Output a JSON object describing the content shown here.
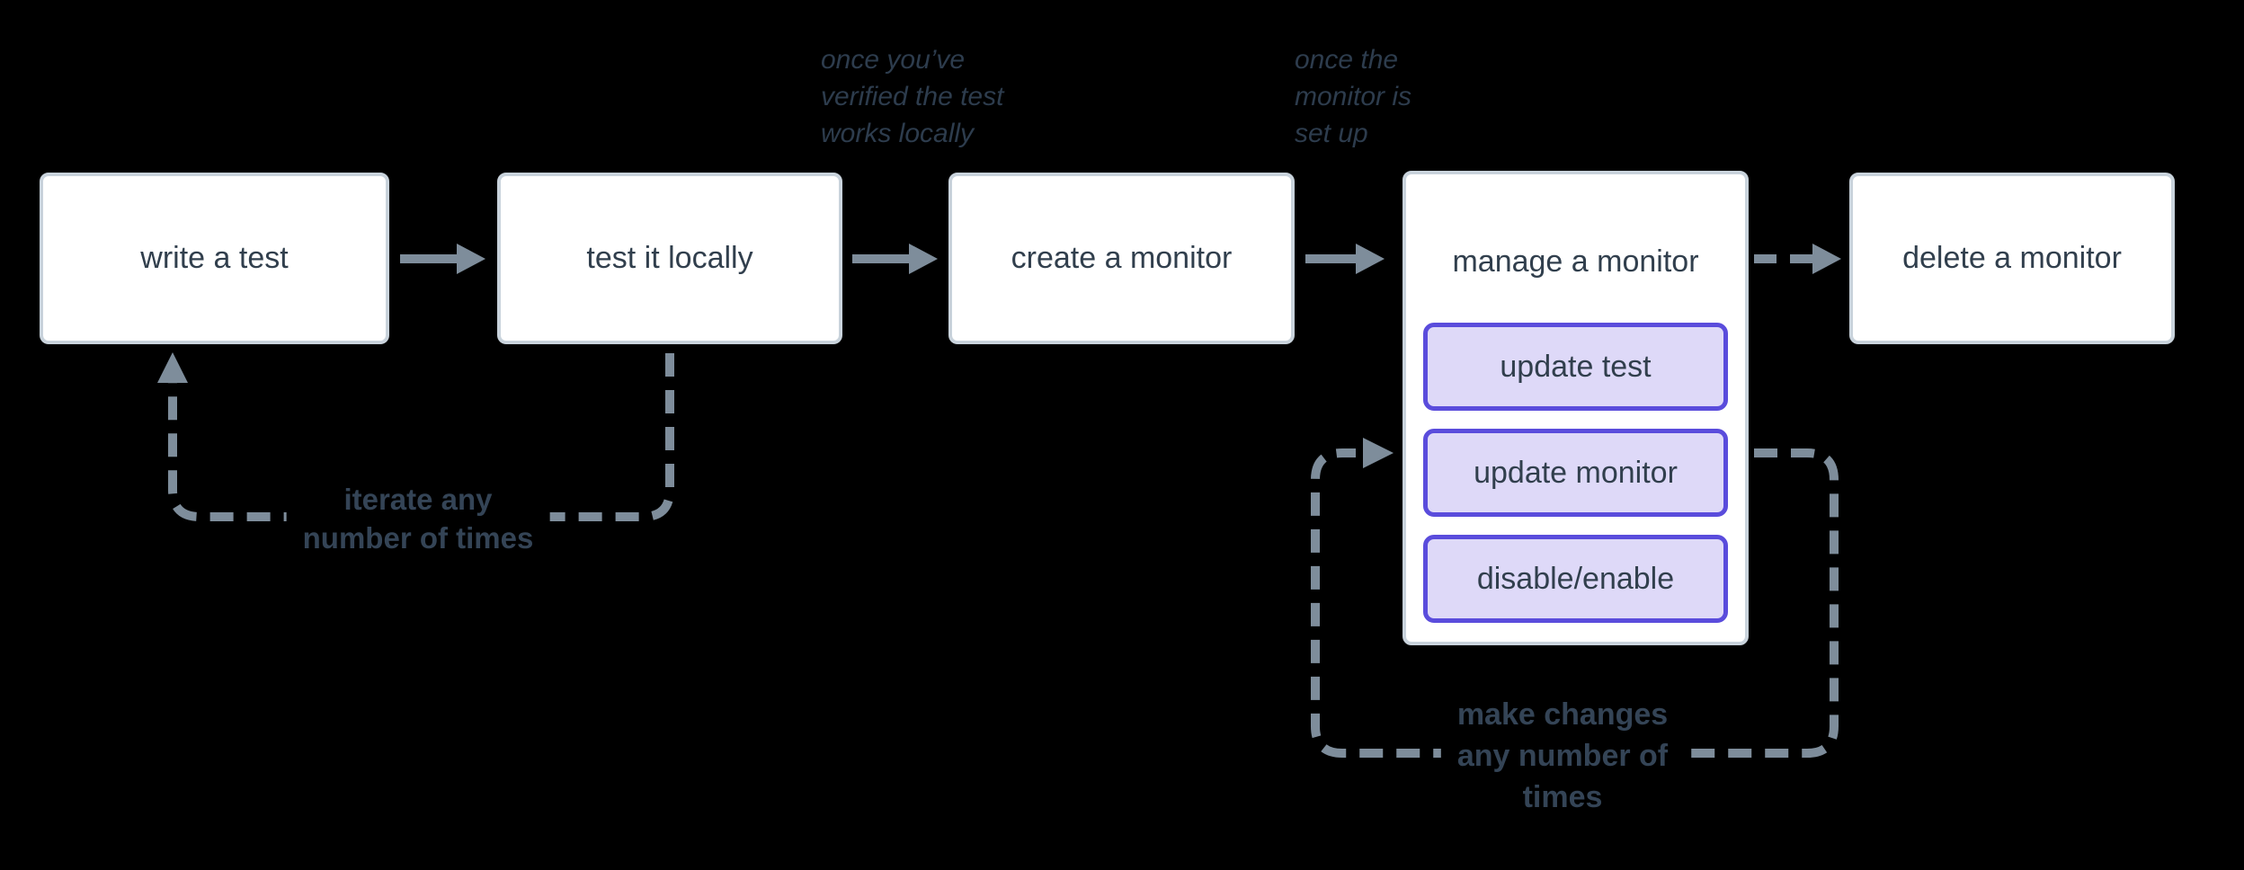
{
  "colors": {
    "background": "#000000",
    "node_fill": "#ffffff",
    "node_border": "#c9d3dc",
    "node_text": "#313f4d",
    "action_fill": "#ded9f8",
    "action_border": "#5a4cdc",
    "connector": "#7e8d9b",
    "annotation_text": "#2d3c4d",
    "loop_label_text": "#344456"
  },
  "nodes": [
    {
      "id": "write-test",
      "label": "write a test"
    },
    {
      "id": "test-locally",
      "label": "test it locally"
    },
    {
      "id": "create-monitor",
      "label": "create a monitor"
    },
    {
      "id": "manage-monitor",
      "label": "manage a monitor",
      "children": [
        {
          "id": "update-test",
          "label": "update test"
        },
        {
          "id": "update-monitor",
          "label": "update monitor"
        },
        {
          "id": "disable-enable",
          "label": "disable/enable"
        }
      ]
    },
    {
      "id": "delete-monitor",
      "label": "delete a monitor"
    }
  ],
  "annotations": [
    {
      "id": "once-verified",
      "lines": [
        "once you’ve",
        "verified the test",
        "works locally"
      ]
    },
    {
      "id": "once-set-up",
      "lines": [
        "once the",
        "monitor is",
        "set up"
      ]
    }
  ],
  "loop_labels": [
    {
      "id": "iterate-loop",
      "lines": [
        "iterate any",
        "number of times"
      ]
    },
    {
      "id": "make-changes-loop",
      "lines": [
        "make changes",
        "any number of",
        "times"
      ]
    }
  ]
}
